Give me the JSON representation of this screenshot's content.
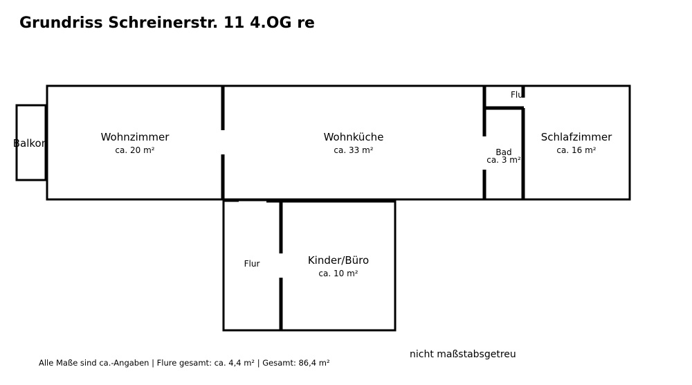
{
  "title": "Grundriss Schreinerstr. 11 4.OG re",
  "rooms": {
    "balkon": {
      "name": "Balkon"
    },
    "wohnzimmer": {
      "name": "Wohnzimmer",
      "area": "ca. 20 m²"
    },
    "wohnkueche": {
      "name": "Wohnküche",
      "area": "ca. 33 m²"
    },
    "flur_top": {
      "name": "Flur"
    },
    "bad": {
      "name": "Bad",
      "area": "ca. 3 m²"
    },
    "schlafzimmer": {
      "name": "Schlafzimmer",
      "area": "ca. 16 m²"
    },
    "flur_bottom": {
      "name": "Flur"
    },
    "kinder_buero": {
      "name": "Kinder/Büro",
      "area": "ca. 10 m²"
    }
  },
  "footer": {
    "note": "Alle Maße sind ca.-Angaben | Flure gesamt: ca. 4,4 m² | Gesamt: 86,4 m²",
    "scale": "nicht maßstabsgetreu"
  }
}
